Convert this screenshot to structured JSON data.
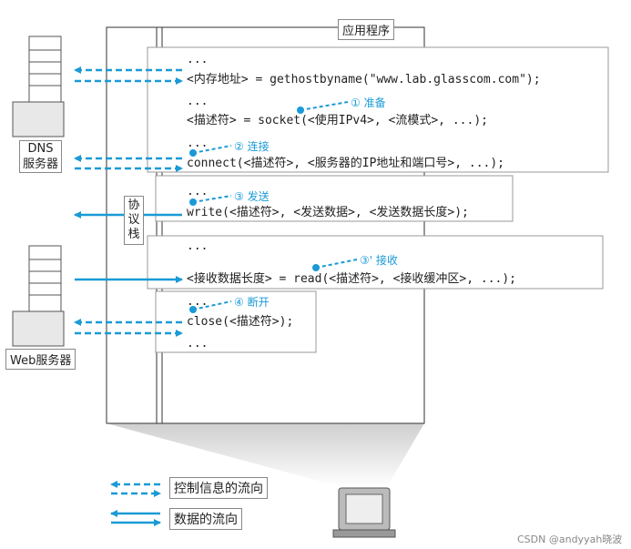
{
  "app_title": "应用程序",
  "stack_label": [
    "协",
    "议",
    "栈"
  ],
  "dns_server": {
    "line1": "DNS",
    "line2": "服务器"
  },
  "web_server": "Web服务器",
  "code": {
    "block1_line1": "...",
    "block1_line2": "<内存地址> = gethostbyname(\"www.lab.glasscom.com\");",
    "block1_line3": "...",
    "block1_line4": "<描述符> = socket(<使用IPv4>, <流模式>, ...);",
    "block1_line5": "...",
    "block1_line6": "connect(<描述符>, <服务器的IP地址和端口号>, ...);",
    "block2_line1": "...",
    "block2_line2": "write(<描述符>, <发送数据>, <发送数据长度>);",
    "block3_line1": "...",
    "block3_line2": "<接收数据长度> = read(<描述符>, <接收缓冲区>, ...);",
    "block4_line1": "...",
    "block4_line2": "close(<描述符>);",
    "block4_line3": "..."
  },
  "annotations": {
    "a1": "① 准备",
    "a2": "② 连接",
    "a3": "③ 发送",
    "a3b": "③' 接收",
    "a4": "④ 断开"
  },
  "legend": {
    "control": "控制信息的流向",
    "data": "数据的流向"
  },
  "watermark": "CSDN @andyyah晓波",
  "colors": {
    "accent": "#1a9ad6",
    "line": "#333333",
    "box": "#999999"
  }
}
